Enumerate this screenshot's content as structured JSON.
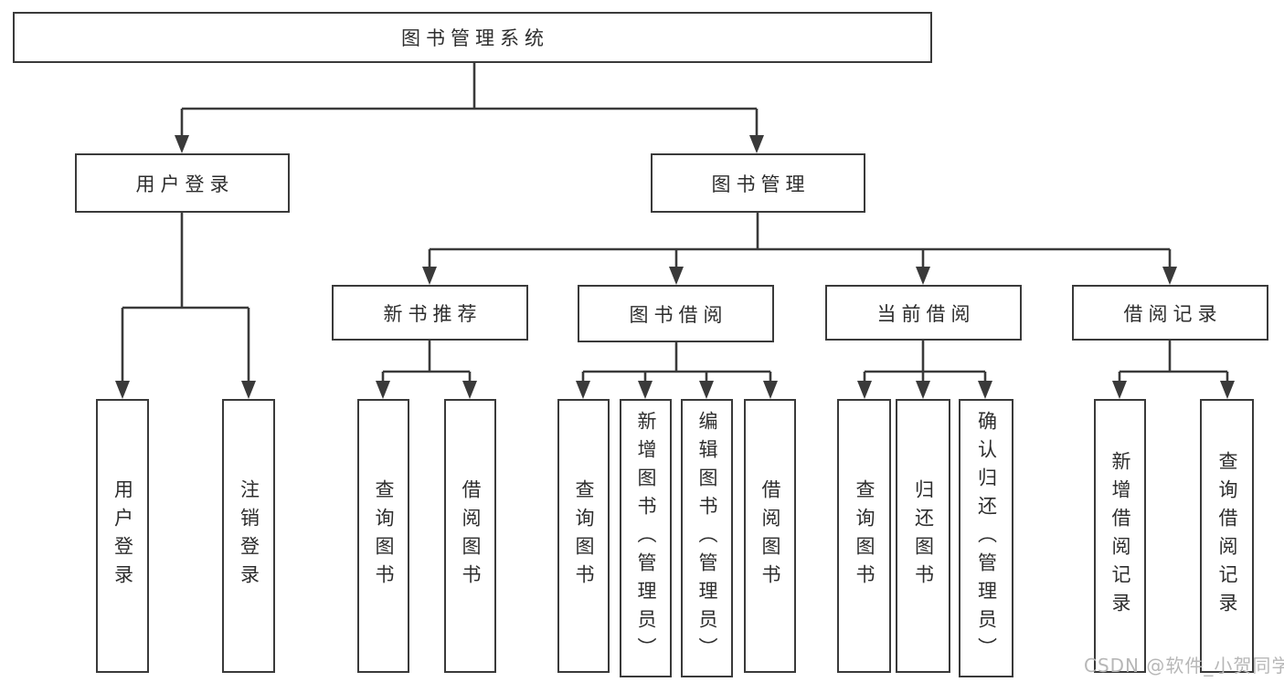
{
  "tree": {
    "label": "图书管理系统",
    "children": [
      {
        "label": "用户登录",
        "children": [
          {
            "label": "用户登录"
          },
          {
            "label": "注销登录"
          }
        ]
      },
      {
        "label": "图书管理",
        "children": [
          {
            "label": "新书推荐",
            "children": [
              {
                "label": "查询图书"
              },
              {
                "label": "借阅图书"
              }
            ]
          },
          {
            "label": "图书借阅",
            "children": [
              {
                "label": "查询图书"
              },
              {
                "label": "新增图书（管理员）"
              },
              {
                "label": "编辑图书（管理员）"
              },
              {
                "label": "借阅图书"
              }
            ]
          },
          {
            "label": "当前借阅",
            "children": [
              {
                "label": "查询图书"
              },
              {
                "label": "归还图书"
              },
              {
                "label": "确认归还（管理员）"
              }
            ]
          },
          {
            "label": "借阅记录",
            "children": [
              {
                "label": "新增借阅记录"
              },
              {
                "label": "查询借阅记录"
              }
            ]
          }
        ]
      }
    ]
  },
  "watermark": {
    "text": "CSDN @软件_小贺同学"
  },
  "colors": {
    "line": "#3a3a3a",
    "text": "#2d2d2d",
    "watermark": "#b7b7b7",
    "background": "#ffffff"
  }
}
